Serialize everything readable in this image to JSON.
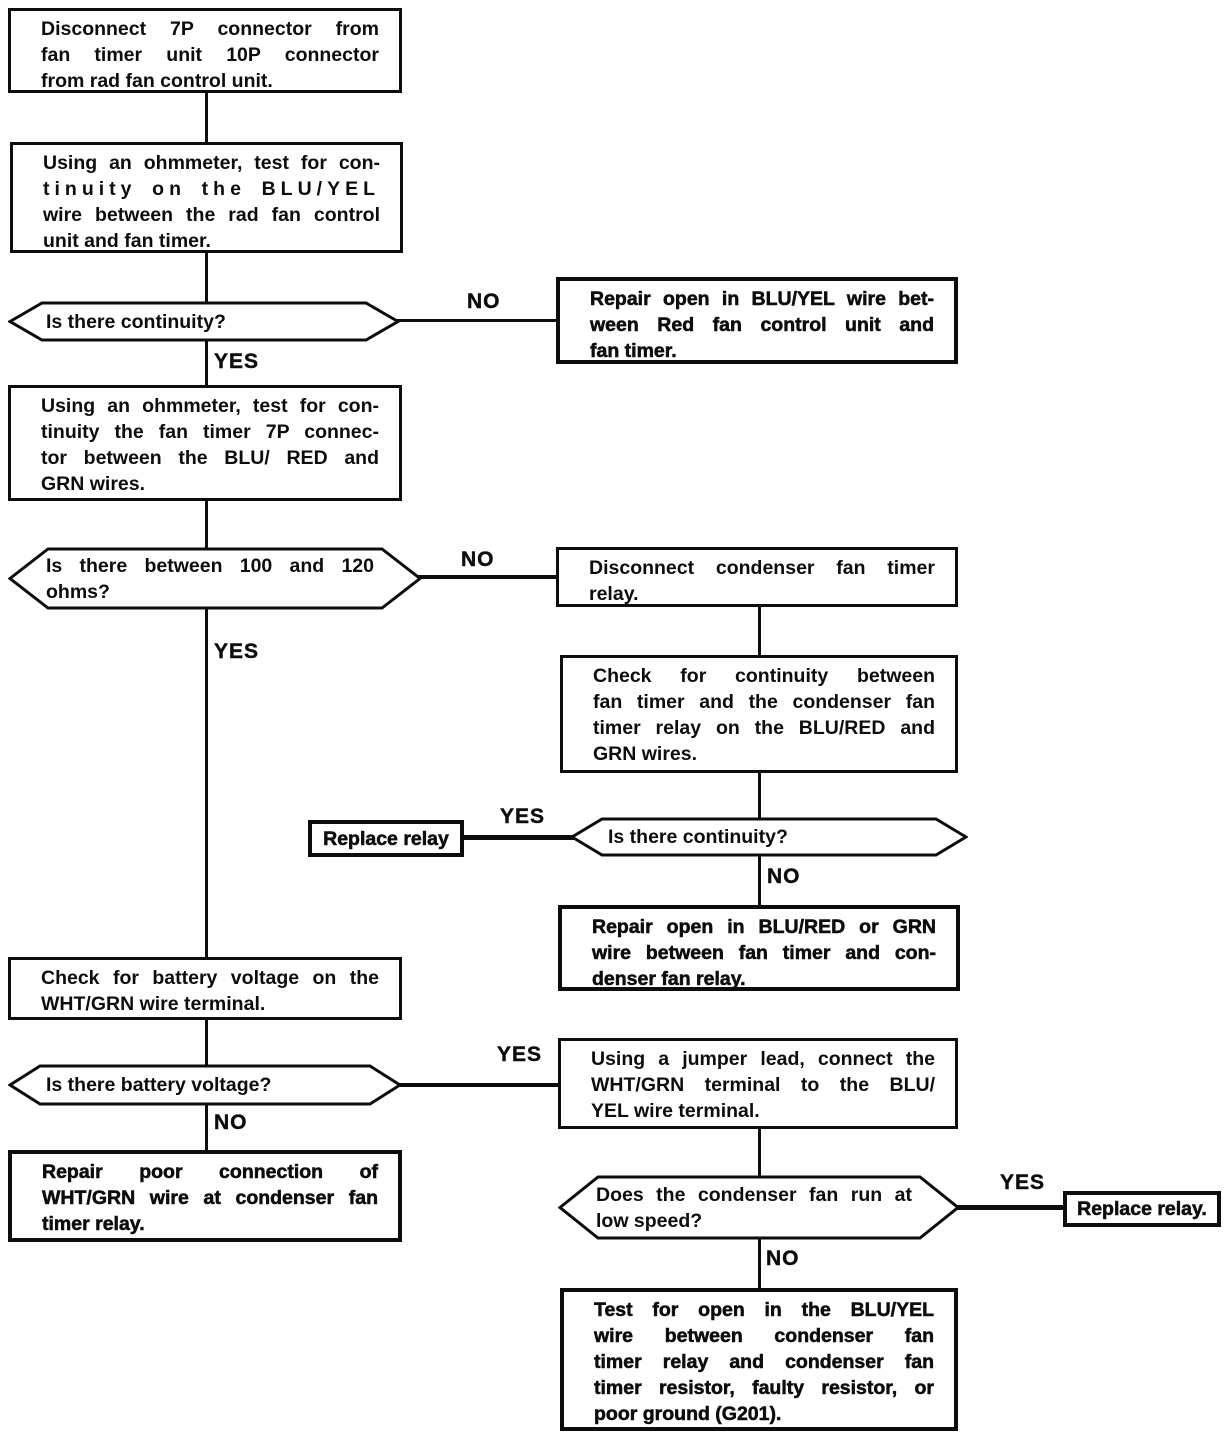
{
  "labels": {
    "yes": "YES",
    "no": "NO"
  },
  "colors": {
    "ink": "#0d0d0d",
    "background": "#ffffff"
  },
  "nodes": {
    "disconnect_connectors": {
      "type": "process",
      "lines": [
        "Disconnect 7P connector from",
        "fan timer unit 10P connector",
        "from rad fan control unit."
      ]
    },
    "test_blu_yel_continuity": {
      "type": "process",
      "lines": [
        "Using an ohmmeter, test for con-",
        "tinuity on the BLU/YEL",
        "wire between the rad fan control",
        "unit and fan timer."
      ]
    },
    "is_continuity_1": {
      "type": "decision",
      "lines": [
        "Is there continuity?"
      ]
    },
    "repair_blu_yel": {
      "type": "action",
      "lines": [
        "Repair open in BLU/YEL wire bet-",
        "ween Red fan control unit and",
        "fan timer."
      ]
    },
    "test_7p_connector": {
      "type": "process",
      "lines": [
        "Using an ohmmeter, test for con-",
        "tinuity the fan timer 7P connec-",
        "tor between the BLU/ RED and",
        "GRN wires."
      ]
    },
    "is_100_120_ohms": {
      "type": "decision",
      "lines": [
        "Is there between 100 and 120",
        "ohms?"
      ]
    },
    "disconnect_condenser_relay": {
      "type": "process",
      "lines": [
        "Disconnect condenser fan timer",
        "relay."
      ]
    },
    "check_relay_continuity": {
      "type": "process",
      "lines": [
        "Check for continuity between",
        "fan timer and the condenser fan",
        "timer relay on the BLU/RED and",
        "GRN wires."
      ]
    },
    "replace_relay_1": {
      "type": "action",
      "lines": [
        "Replace relay"
      ]
    },
    "is_continuity_2": {
      "type": "decision",
      "lines": [
        "Is there continuity?"
      ]
    },
    "repair_blu_red_grn": {
      "type": "action",
      "lines": [
        "Repair open in BLU/RED or GRN",
        "wire between fan timer and con-",
        "denser fan relay."
      ]
    },
    "check_battery_voltage": {
      "type": "process",
      "lines": [
        "Check for battery voltage on the",
        "WHT/GRN wire terminal."
      ]
    },
    "is_battery_voltage": {
      "type": "decision",
      "lines": [
        "Is there battery voltage?"
      ]
    },
    "jumper_lead": {
      "type": "process",
      "lines": [
        "Using a jumper lead, connect the",
        "WHT/GRN terminal to the BLU/",
        "YEL wire terminal."
      ]
    },
    "repair_wht_grn": {
      "type": "action",
      "lines": [
        "Repair poor connection of",
        "WHT/GRN wire at condenser fan",
        "timer relay."
      ]
    },
    "does_fan_run_low": {
      "type": "decision",
      "lines": [
        "Does the condenser fan run at",
        "low speed?"
      ]
    },
    "replace_relay_2": {
      "type": "action",
      "lines": [
        "Replace relay."
      ]
    },
    "test_open_blu_yel": {
      "type": "action",
      "lines": [
        "Test for open in the BLU/YEL",
        "wire between condenser fan",
        "timer relay and condenser fan",
        "timer resistor, faulty resistor, or",
        "poor ground (G201)."
      ]
    }
  }
}
